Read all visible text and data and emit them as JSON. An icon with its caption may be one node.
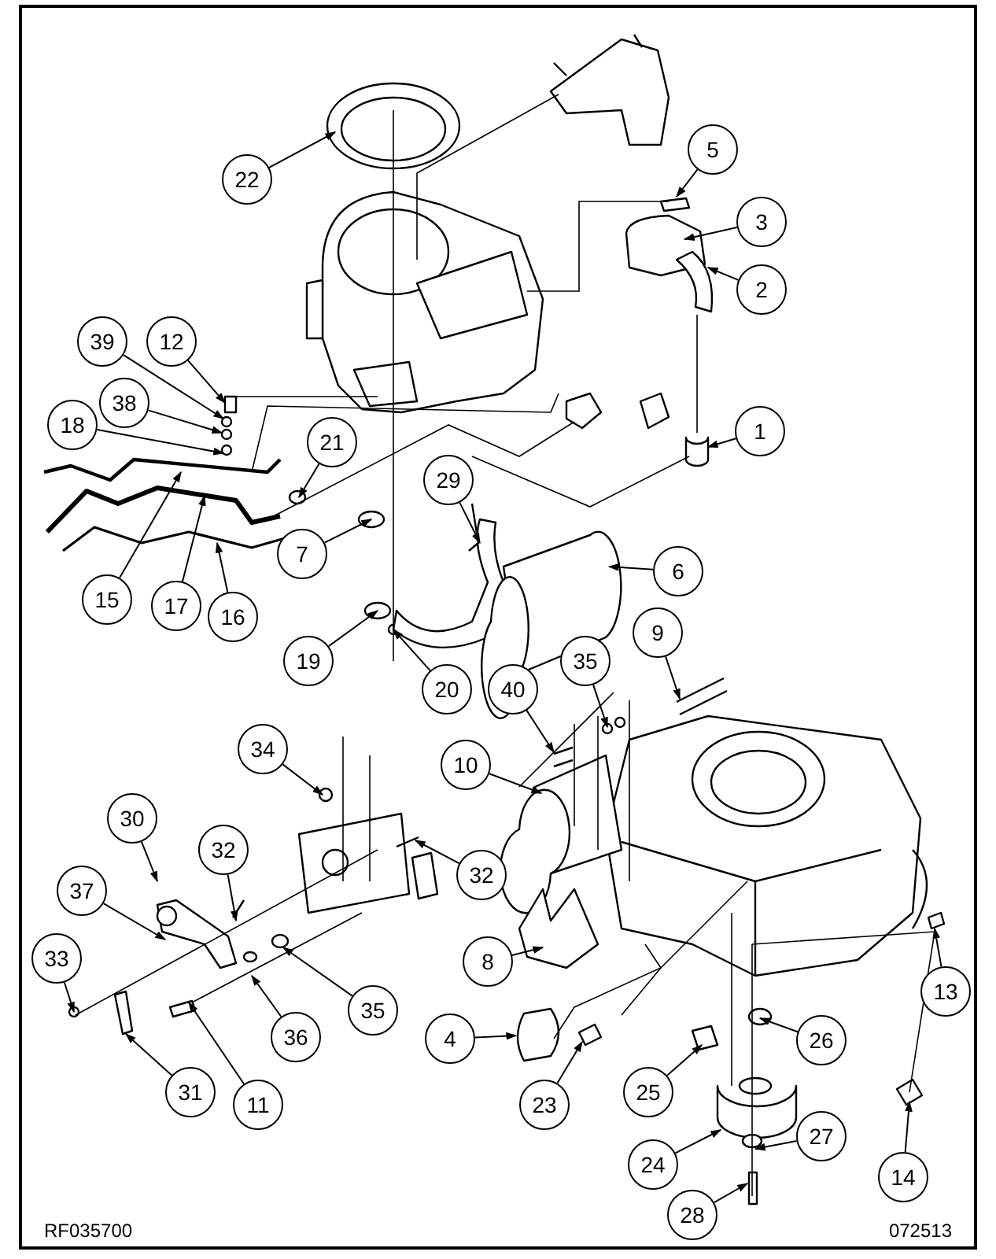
{
  "diagram": {
    "nodes": [
      {
        "text": [
          "22"
        ]
      },
      {
        "text": [
          "5"
        ]
      },
      {
        "text": [
          "3"
        ]
      },
      {
        "text": [
          "2"
        ]
      },
      {
        "text": [
          "1"
        ]
      },
      {
        "text": [
          "39"
        ]
      },
      {
        "text": [
          "12"
        ]
      },
      {
        "text": [
          "38"
        ]
      },
      {
        "text": [
          "18"
        ]
      },
      {
        "text": [
          "21"
        ]
      },
      {
        "text": [
          "29"
        ]
      },
      {
        "text": [
          "15"
        ]
      },
      {
        "text": [
          "17"
        ]
      },
      {
        "text": [
          "16"
        ]
      },
      {
        "text": [
          "7"
        ]
      },
      {
        "text": [
          "6"
        ]
      },
      {
        "text": [
          "19"
        ]
      },
      {
        "text": [
          "20"
        ]
      },
      {
        "text": [
          "9"
        ]
      },
      {
        "text": [
          "35"
        ]
      },
      {
        "text": [
          "40"
        ]
      },
      {
        "text": [
          "10"
        ]
      },
      {
        "text": [
          "34"
        ]
      },
      {
        "text": [
          "32"
        ]
      },
      {
        "text": [
          "30"
        ]
      },
      {
        "text": [
          "32"
        ]
      },
      {
        "text": [
          "37"
        ]
      },
      {
        "text": [
          "33"
        ]
      },
      {
        "text": [
          "36"
        ]
      },
      {
        "text": [
          "35"
        ]
      },
      {
        "text": [
          "31"
        ]
      },
      {
        "text": [
          "11"
        ]
      },
      {
        "text": [
          "8"
        ]
      },
      {
        "text": [
          "4"
        ]
      },
      {
        "text": [
          "23"
        ]
      },
      {
        "text": [
          "25"
        ]
      },
      {
        "text": [
          "26"
        ]
      },
      {
        "text": [
          "24"
        ]
      },
      {
        "text": [
          "27"
        ]
      },
      {
        "text": [
          "14"
        ]
      },
      {
        "text": [
          "13"
        ]
      },
      {
        "text": [
          "28"
        ]
      }
    ],
    "edges": [
      {
        "from": 0,
        "to": null,
        "arrow": "to"
      },
      {
        "from": 1,
        "to": null,
        "arrow": "to"
      },
      {
        "from": 2,
        "to": null,
        "arrow": "to"
      },
      {
        "from": 3,
        "to": null,
        "arrow": "to"
      },
      {
        "from": 4,
        "to": null,
        "arrow": "to"
      },
      {
        "from": 5,
        "to": null,
        "arrow": "to"
      },
      {
        "from": 6,
        "to": null,
        "arrow": "to"
      },
      {
        "from": 7,
        "to": null,
        "arrow": "to"
      },
      {
        "from": 8,
        "to": null,
        "arrow": "to"
      },
      {
        "from": 9,
        "to": null,
        "arrow": "to"
      },
      {
        "from": 10,
        "to": null,
        "arrow": "to"
      },
      {
        "from": 11,
        "to": null,
        "arrow": "to"
      },
      {
        "from": 12,
        "to": null,
        "arrow": "to"
      },
      {
        "from": 13,
        "to": null,
        "arrow": "to"
      },
      {
        "from": 14,
        "to": null,
        "arrow": "to"
      },
      {
        "from": 15,
        "to": null,
        "arrow": "to"
      },
      {
        "from": 16,
        "to": null,
        "arrow": "to"
      },
      {
        "from": 17,
        "to": null,
        "arrow": "to"
      },
      {
        "from": 18,
        "to": null,
        "arrow": "to"
      },
      {
        "from": 19,
        "to": null,
        "arrow": "to"
      },
      {
        "from": 20,
        "to": null,
        "arrow": "to"
      },
      {
        "from": 21,
        "to": null,
        "arrow": "to"
      },
      {
        "from": 22,
        "to": null,
        "arrow": "to"
      },
      {
        "from": 23,
        "to": null,
        "arrow": "to"
      },
      {
        "from": 24,
        "to": null,
        "arrow": "to"
      },
      {
        "from": 25,
        "to": null,
        "arrow": "to"
      },
      {
        "from": 26,
        "to": null,
        "arrow": "to"
      },
      {
        "from": 27,
        "to": null,
        "arrow": "to"
      },
      {
        "from": 28,
        "to": null,
        "arrow": "to"
      },
      {
        "from": 29,
        "to": null,
        "arrow": "to"
      },
      {
        "from": 30,
        "to": null,
        "arrow": "to"
      },
      {
        "from": 31,
        "to": null,
        "arrow": "to"
      },
      {
        "from": 32,
        "to": null,
        "arrow": "to"
      },
      {
        "from": 33,
        "to": null,
        "arrow": "to"
      },
      {
        "from": 34,
        "to": null,
        "arrow": "to"
      },
      {
        "from": 35,
        "to": null,
        "arrow": "to"
      },
      {
        "from": 36,
        "to": null,
        "arrow": "to"
      },
      {
        "from": 37,
        "to": null,
        "arrow": "to"
      },
      {
        "from": 38,
        "to": null,
        "arrow": "to"
      },
      {
        "from": 39,
        "to": null,
        "arrow": "to"
      },
      {
        "from": 40,
        "to": null,
        "arrow": "to"
      },
      {
        "from": 41,
        "to": null,
        "arrow": "to"
      }
    ],
    "labels": [
      "RF035700",
      "072513"
    ]
  }
}
